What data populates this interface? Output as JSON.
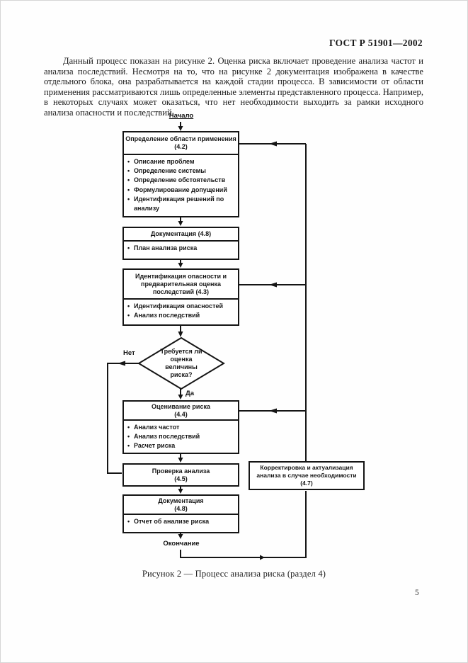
{
  "page": {
    "standard_header": "ГОСТ Р 51901—2002",
    "paragraph": "Данный процесс показан на рисунке 2. Оценка риска включает проведение анализа частот и анализа последствий. Несмотря на то, что на рисунке 2 документация изображена в качестве отдельного блока, она разрабатывается на каждой стадии процесса. В зависимости от области применения рассматриваются лишь определенные элементы представленного процесса. Например, в некоторых случаях может оказаться, что нет необходимости выходить за рамки исходного анализа опасности и последствий.",
    "figure_caption": "Рисунок 2 — Процесс анализа риска (раздел 4)",
    "page_number": "5"
  },
  "flowchart": {
    "bullet_glyph": "•",
    "start_label": "Начало",
    "end_label": "Окончание",
    "decision": {
      "question": "Требуется ли\nоценка\nвеличины\nриска?",
      "yes_label": "Да",
      "no_label": "Нет"
    },
    "boxes": {
      "scope": {
        "title": "Определение области применения\n(4.2)",
        "items": [
          "Описание проблем",
          "Определение системы",
          "Определение обстоятельств",
          "Формулирование допущений",
          "Идентификация решений по анализу"
        ]
      },
      "doc_plan": {
        "title": "Документация (4.8)",
        "items": [
          "План анализа риска"
        ]
      },
      "hazard": {
        "title": "Идентификация опасности и\nпредварительная оценка\nпоследствий (4.3)",
        "items": [
          "Идентификация опасностей",
          "Анализ последствий"
        ]
      },
      "estimation": {
        "title": "Оценивание риска\n(4.4)",
        "items": [
          "Анализ частот",
          "Анализ последствий",
          "Расчет риска"
        ]
      },
      "verification": {
        "title": "Проверка анализа\n(4.5)"
      },
      "doc_report": {
        "title": "Документация\n(4.8)",
        "items": [
          "Отчет об анализе риска"
        ]
      },
      "update": {
        "title": "Корректировка и актуализация\nанализа в случае необходимости\n(4.7)"
      }
    }
  }
}
